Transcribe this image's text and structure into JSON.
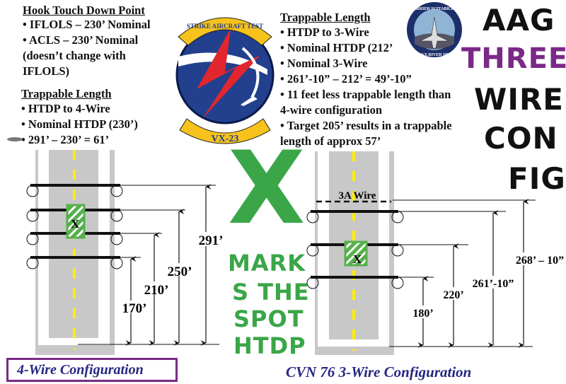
{
  "left_text": {
    "heading1": "Hook Touch Down Point",
    "bullets1": [
      "• IFLOLS – 230’ Nominal",
      "• ACLS – 230’ Nominal",
      "(doesn’t change with",
      "IFLOLS)"
    ],
    "heading2": "Trappable Length",
    "bullets2": [
      "• HTDP to 4-Wire",
      "• Nominal HTDP (230’)",
      "• 291’ – 230’ = 61’"
    ]
  },
  "right_text": {
    "heading": "Trappable Length",
    "bullets": [
      "• HTDP to 3-Wire",
      "• Nominal HTDP (212’",
      "• Nominal 3-Wire",
      "• 261’-10” – 212’ = 49’-10”",
      "• 11 feet less trappable length than",
      "4-wire configuration",
      "• Target 205’ results in a trappable",
      "length of approx 57’"
    ]
  },
  "logos": {
    "vx23_banner": "STRIKE AIRCRAFT TEST",
    "vx23_name": "VX-23",
    "carrier_top": "CARRIER SUITABILITY",
    "carrier_bottom": "PAX RIVER MD"
  },
  "title_art": {
    "lines": [
      "AAG",
      "THREE",
      "WIRE",
      "CON",
      "FIG"
    ],
    "colors": [
      "#111111",
      "#7a2a86",
      "#111111",
      "#111111",
      "#111111"
    ]
  },
  "mark_art": {
    "symbol": "X",
    "lines": [
      "MARK",
      "S THE",
      "SPOT",
      "HTDP"
    ],
    "color": "#3aa648"
  },
  "four_wire": {
    "caption": "4-Wire Configuration",
    "marker": "X",
    "dims": [
      "170’",
      "210’",
      "250’",
      "291’"
    ]
  },
  "three_wire": {
    "caption": "CVN 76 3-Wire Configuration",
    "marker": "X",
    "wire_3a_label": "3A Wire",
    "dims": [
      "180’",
      "220’",
      "261’-10”",
      "268’ – 10”"
    ]
  },
  "colors": {
    "runway": "#c8c8c8",
    "centerline": "#ffee00",
    "marker": "#55b04a",
    "caption": "#262682",
    "caption_border": "#7a2a86"
  }
}
